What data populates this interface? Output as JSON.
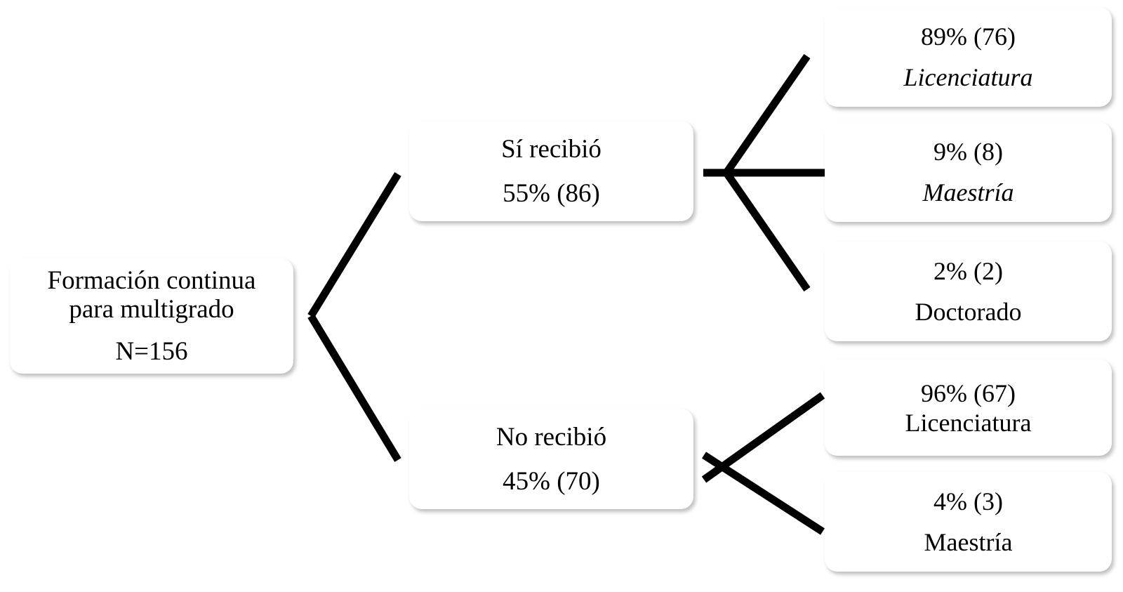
{
  "diagram": {
    "type": "tree-flowchart",
    "orientation": "left-to-right",
    "title_text": "",
    "line_color": "#000000",
    "box_fill": "#ffffff",
    "text_color": "#000000",
    "root": {
      "name": "formacion-continua-root",
      "line1": "Formación continua",
      "line2": "para multigrado",
      "line3": "N=156"
    },
    "branches": [
      {
        "name": "si-recibio",
        "line1": "Sí recibió",
        "line2": "55% (86)",
        "percent": 55,
        "count": 86,
        "leaves": [
          {
            "name": "licenciatura-si",
            "line1": "89% (76)",
            "line2": "Licenciatura",
            "percent": 89,
            "count": 76,
            "style": "italic"
          },
          {
            "name": "maestria-si",
            "line1": "9% (8)",
            "line2": "Maestría",
            "percent": 9,
            "count": 8,
            "style": "italic"
          },
          {
            "name": "doctorado-si",
            "line1": "2% (2)",
            "line2": "Doctorado",
            "percent": 2,
            "count": 2,
            "style": "normal"
          }
        ]
      },
      {
        "name": "no-recibio",
        "line1": "No recibió",
        "line2": "45% (70)",
        "percent": 45,
        "count": 70,
        "leaves": [
          {
            "name": "licenciatura-no",
            "line1": "96% (67)",
            "line2": "Licenciatura",
            "percent": 96,
            "count": 67,
            "style": "normal"
          },
          {
            "name": "maestria-no",
            "line1": "4% (3)",
            "line2": "Maestría",
            "percent": 4,
            "count": 3,
            "style": "normal"
          }
        ]
      }
    ],
    "total_n": 156
  }
}
